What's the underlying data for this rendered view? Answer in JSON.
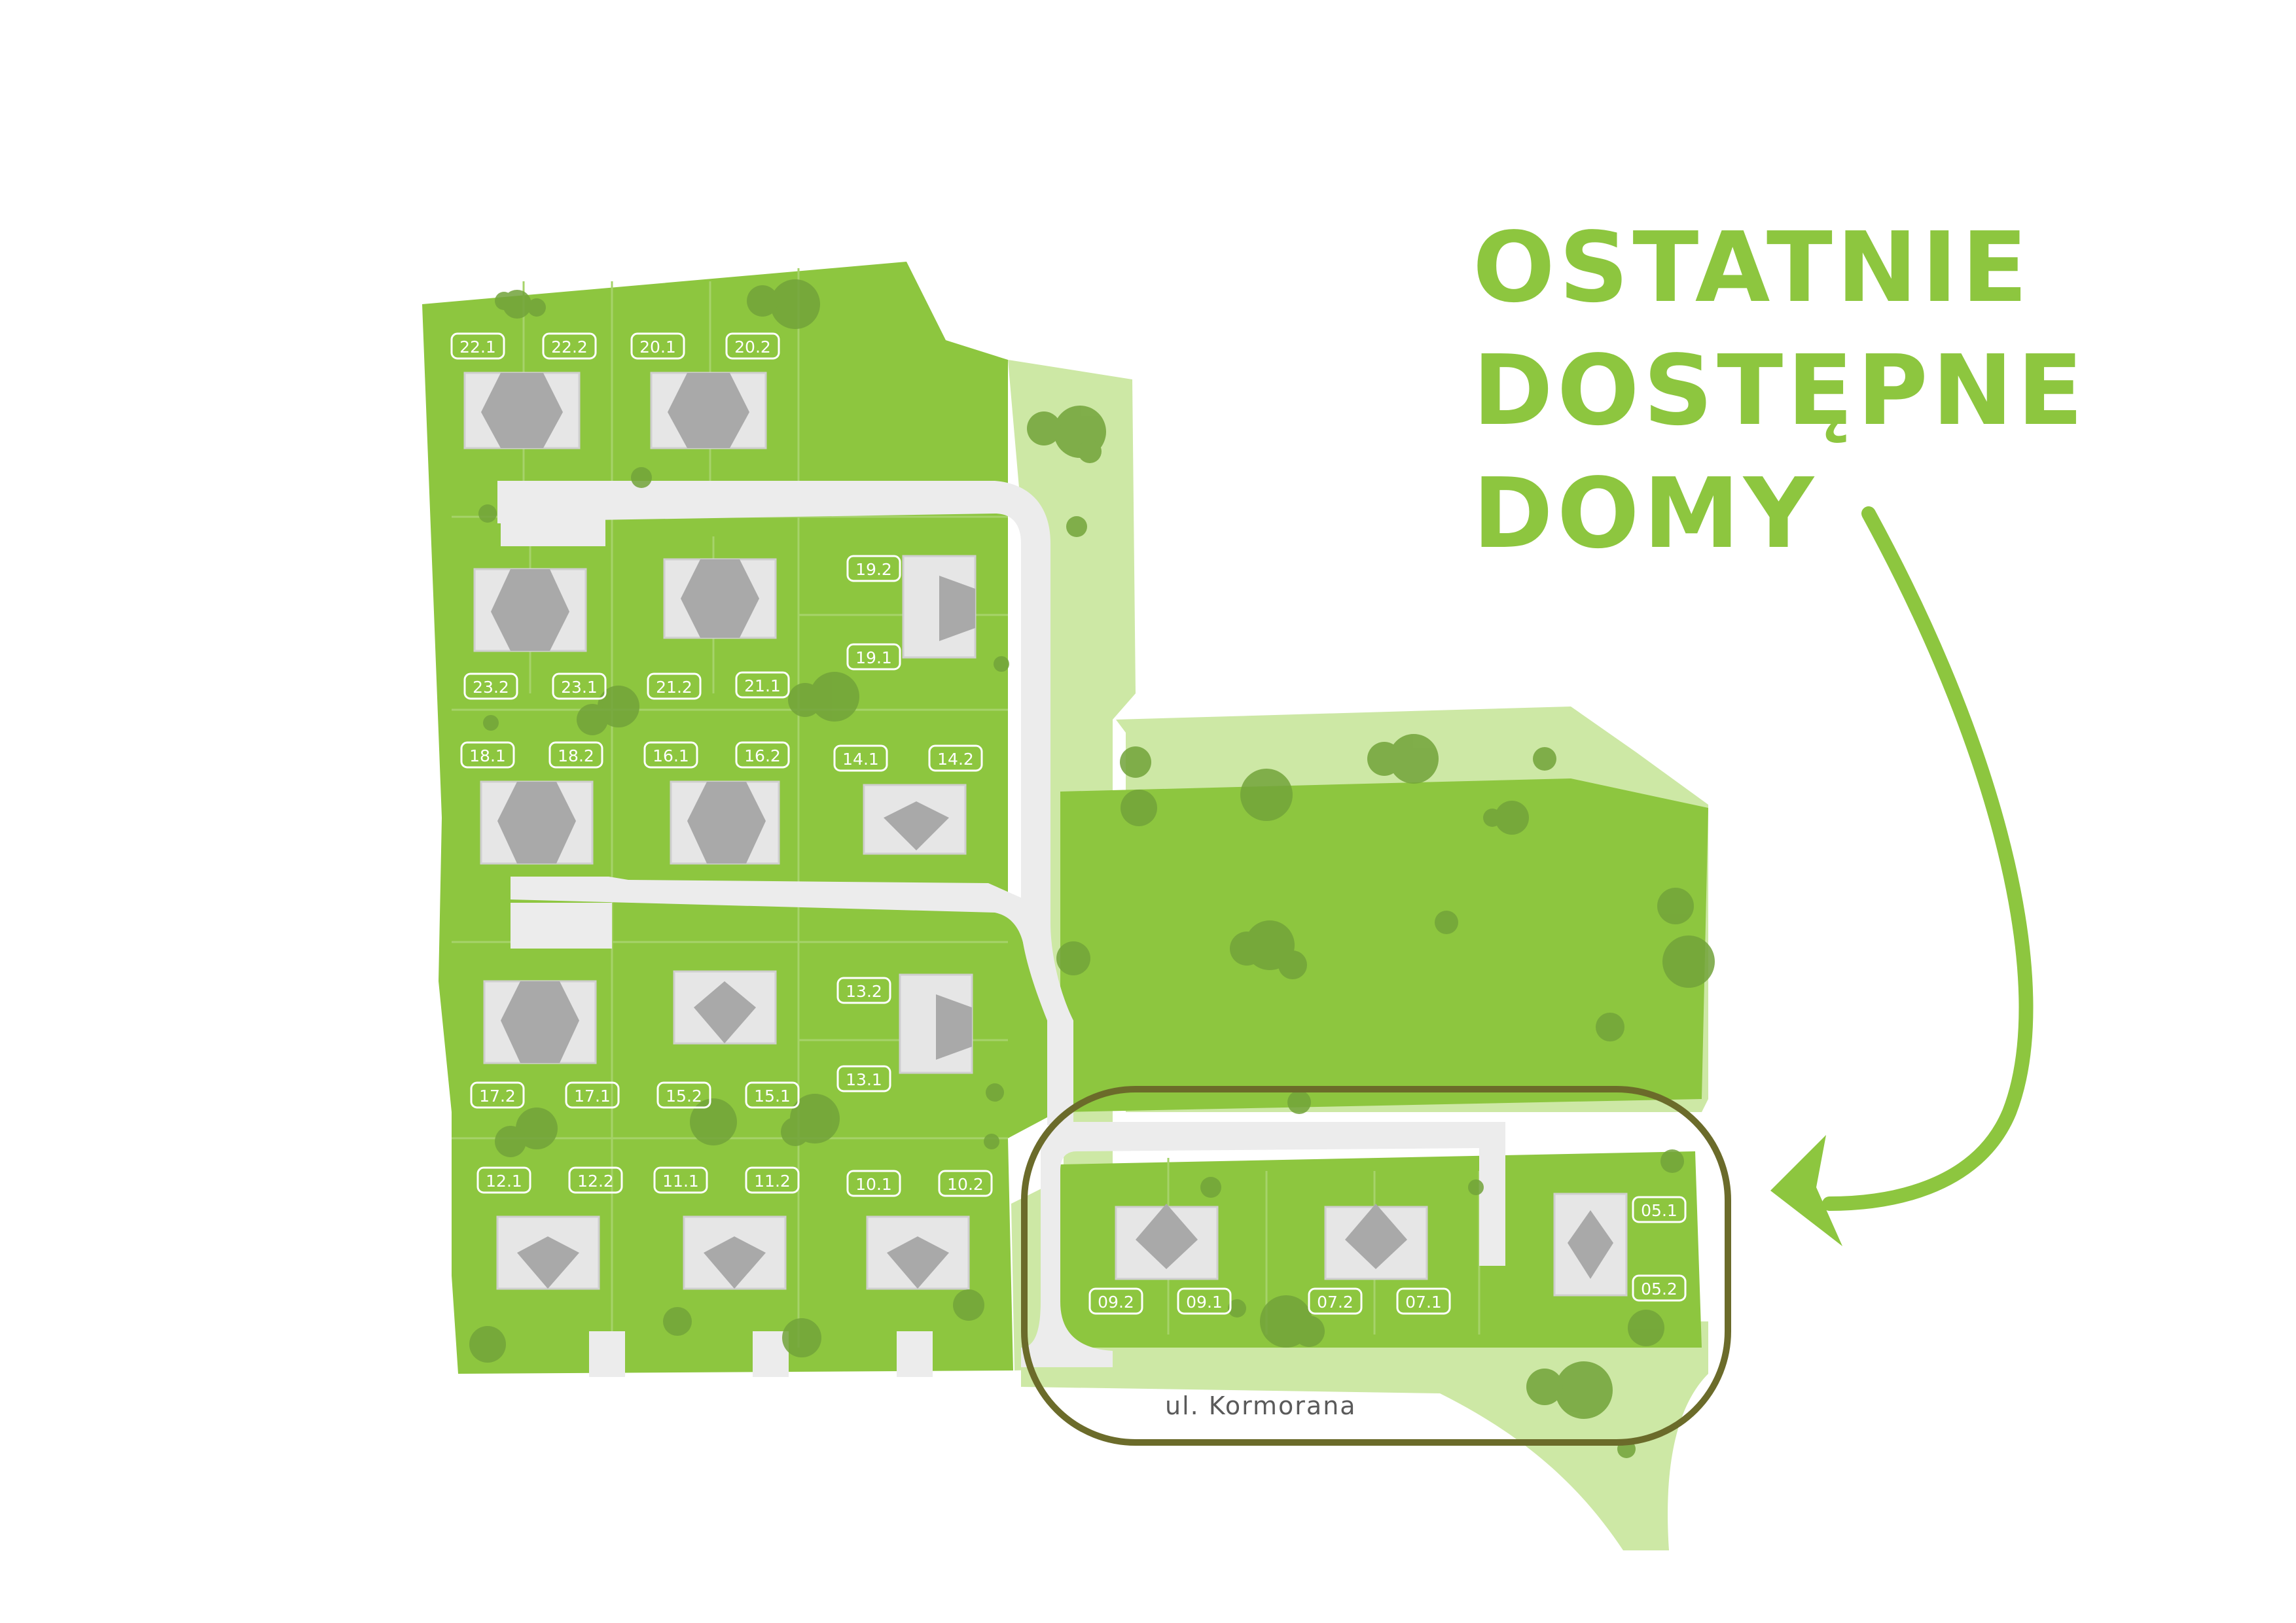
{
  "headline": {
    "lines": [
      "OSTATNIE",
      "DOSTĘPNE",
      "DOMY"
    ],
    "color": "#8dc63f"
  },
  "street": {
    "name": "ul. Kormorana"
  },
  "lots": [
    "22.1",
    "22.2",
    "20.1",
    "20.2",
    "19.2",
    "19.1",
    "23.2",
    "23.1",
    "21.2",
    "21.1",
    "18.1",
    "18.2",
    "16.1",
    "16.2",
    "14.1",
    "14.2",
    "13.2",
    "13.1",
    "17.2",
    "17.1",
    "15.2",
    "15.1",
    "12.1",
    "12.2",
    "11.1",
    "11.2",
    "10.1",
    "10.2",
    "09.2",
    "09.1",
    "07.2",
    "07.1",
    "05.1",
    "05.2"
  ],
  "highlighted_lots": [
    "09.2",
    "09.1",
    "07.2",
    "07.1",
    "05.1",
    "05.2"
  ],
  "colors": {
    "grass": "#8dc63f",
    "light_grass": "#cde8a5",
    "road": "#ececec",
    "roof": "#e6e6e6",
    "roof_shade": "#a9a9a9",
    "tree": "#72a33a",
    "highlight_outline": "#6b6b2a",
    "arrow": "#8dc63f"
  }
}
